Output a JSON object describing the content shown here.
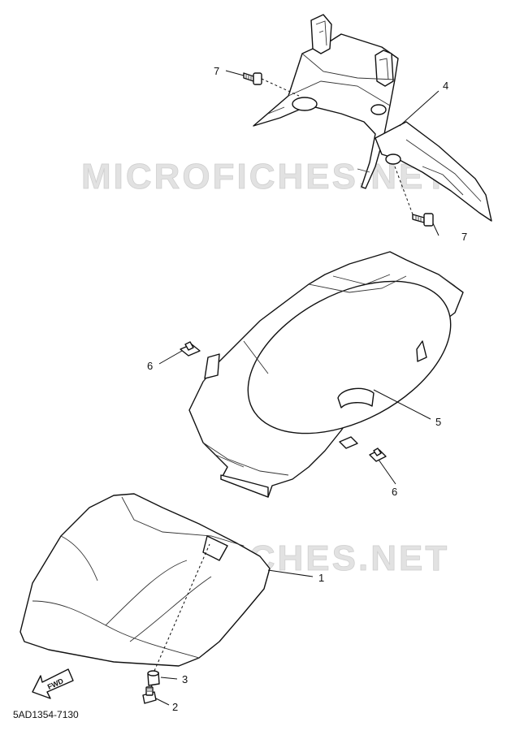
{
  "watermark": "MICROFICHES.NET",
  "diagram_code": "5AD1354-7130",
  "fwd_label": "FWD",
  "callouts": {
    "c1": "1",
    "c2": "2",
    "c3": "3",
    "c4": "4",
    "c5": "5",
    "c6a": "6",
    "c6b": "6",
    "c7a": "7",
    "c7b": "7"
  },
  "colors": {
    "line": "#111111",
    "watermark": "#e2e2e2",
    "background": "#ffffff"
  }
}
